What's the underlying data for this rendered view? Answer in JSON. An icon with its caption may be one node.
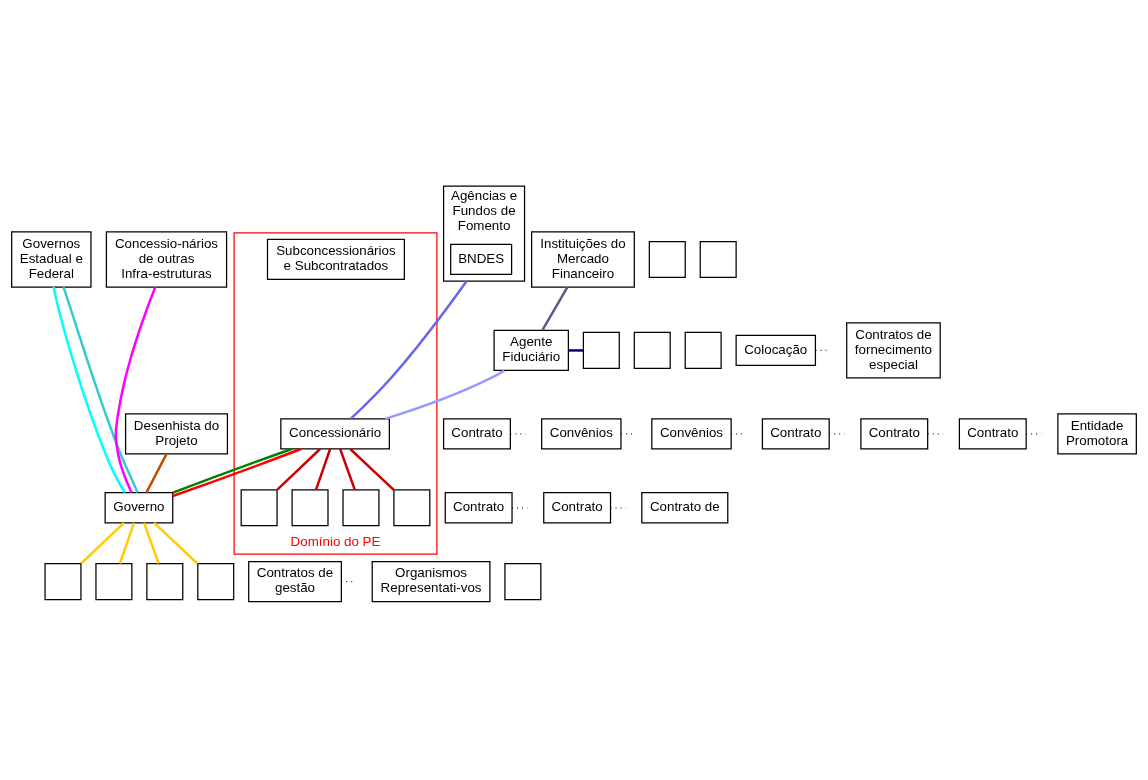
{
  "diagram": {
    "nodes": [
      {
        "text": [],
        "shape": "box"
      },
      {
        "text": [],
        "shape": "box"
      },
      {
        "text": [],
        "shape": "box"
      },
      {
        "text": [],
        "shape": "box"
      },
      {
        "text": [],
        "shape": "box"
      },
      {
        "text": [
          "Instituições do Mercado Financeiro"
        ]
      },
      {
        "text": [
          "Agências e Fundos de Fomento"
        ]
      },
      {
        "text": [
          "BNDES"
        ],
        "in": 6
      },
      {
        "text": [
          "Governos Estadual e Federal"
        ]
      },
      {
        "text": [
          "Concessio-nários de outras Infra-estruturas"
        ]
      },
      {
        "text": [
          "Colocação"
        ]
      },
      {
        "text": [
          "Agente Fiduciário"
        ]
      },
      {
        "text": [
          "Contrato"
        ]
      },
      {
        "text": [
          "Convênios"
        ]
      },
      {
        "text": [
          "Convênios"
        ]
      },
      {
        "text": [
          "Contratos de fornecimento especial"
        ]
      },
      {
        "text": [
          "Contrato"
        ]
      },
      {
        "text": [
          "Desenhista do Projeto"
        ]
      },
      {
        "text": [
          "Contrato"
        ]
      },
      {
        "text": [
          "Contrato"
        ]
      },
      {
        "text": [
          "Governo"
        ]
      },
      {
        "text": [
          "Domínio do PE"
        ]
      },
      {
        "text": [
          "Concessionário"
        ],
        "in": 21
      },
      {
        "text": [
          "Contrato"
        ]
      },
      {
        "text": [
          "Contrato"
        ]
      },
      {
        "text": [
          "Contrato de"
        ]
      },
      {
        "text": [],
        "shape": "box",
        "in": 21
      },
      {
        "text": [],
        "shape": "box",
        "in": 21
      },
      {
        "text": [],
        "shape": "box",
        "in": 21
      },
      {
        "text": [],
        "shape": "box",
        "in": 21
      },
      {
        "text": [
          "Subconcessionários e Subcontratados"
        ],
        "in": 21
      },
      {
        "text": [
          "Entidade Promotora"
        ]
      },
      {
        "text": [
          "Contratos de gestão"
        ]
      },
      {
        "text": [
          "Organismos Representati-vos"
        ]
      },
      {
        "text": [],
        "shape": "box"
      },
      {
        "text": [],
        "shape": "box"
      },
      {
        "text": [],
        "shape": "box"
      },
      {
        "text": [],
        "shape": "box"
      },
      {
        "text": [],
        "shape": "box"
      }
    ],
    "edges": [
      {
        "from": 5,
        "to": 11,
        "arrow": "none",
        "color": "#5c5c8a"
      },
      {
        "from": 6,
        "to": 22,
        "arrow": "none",
        "color": "#6666ee"
      },
      {
        "from": 11,
        "to": 22,
        "arrow": "none",
        "color": "#9999ff"
      },
      {
        "from": 11,
        "to": 0,
        "arrow": "none",
        "color": "#000080"
      },
      {
        "from": 8,
        "to": 20,
        "arrow": "none",
        "color": "#00ffff"
      },
      {
        "from": 8,
        "to": 20,
        "arrow": "none",
        "color": "#33cccc"
      },
      {
        "from": 9,
        "to": 20,
        "arrow": "none",
        "color": "#ff00ff"
      },
      {
        "from": 17,
        "to": 20,
        "arrow": "none",
        "color": "#c05000"
      },
      {
        "from": 22,
        "to": 20,
        "arrow": "none",
        "color": "#008000"
      },
      {
        "from": 22,
        "to": 20,
        "arrow": "none",
        "color": "#ff0000"
      },
      {
        "from": 22,
        "to": 26,
        "arrow": "none",
        "color": "#cc0000"
      },
      {
        "from": 22,
        "to": 27,
        "arrow": "none",
        "color": "#cc0000"
      },
      {
        "from": 22,
        "to": 28,
        "arrow": "none",
        "color": "#cc0000"
      },
      {
        "from": 22,
        "to": 29,
        "arrow": "none",
        "color": "#cc0000"
      },
      {
        "from": 20,
        "to": 34,
        "arrow": "none",
        "color": "#ffcc00"
      },
      {
        "from": 20,
        "to": 35,
        "arrow": "none",
        "color": "#ffcc00"
      },
      {
        "from": 20,
        "to": 36,
        "arrow": "none",
        "color": "#ffcc00"
      },
      {
        "from": 20,
        "to": 37,
        "arrow": "none",
        "color": "#ffcc00"
      },
      {
        "from": 10,
        "to": null,
        "arrow": "none",
        "style": "dashed"
      },
      {
        "from": 12,
        "to": null,
        "arrow": "none",
        "style": "dashed"
      },
      {
        "from": 13,
        "to": null,
        "arrow": "none",
        "style": "dashed"
      },
      {
        "from": 14,
        "to": null,
        "arrow": "none",
        "style": "dashed"
      },
      {
        "from": 16,
        "to": null,
        "arrow": "none",
        "style": "dashed"
      },
      {
        "from": 18,
        "to": null,
        "arrow": "none",
        "style": "dashed"
      },
      {
        "from": 19,
        "to": null,
        "arrow": "none",
        "style": "dashed"
      },
      {
        "from": 23,
        "to": null,
        "arrow": "none",
        "style": "dashed"
      },
      {
        "from": 24,
        "to": null,
        "arrow": "none",
        "style": "dashed"
      },
      {
        "from": 32,
        "to": null,
        "arrow": "none",
        "style": "dashed"
      }
    ]
  }
}
